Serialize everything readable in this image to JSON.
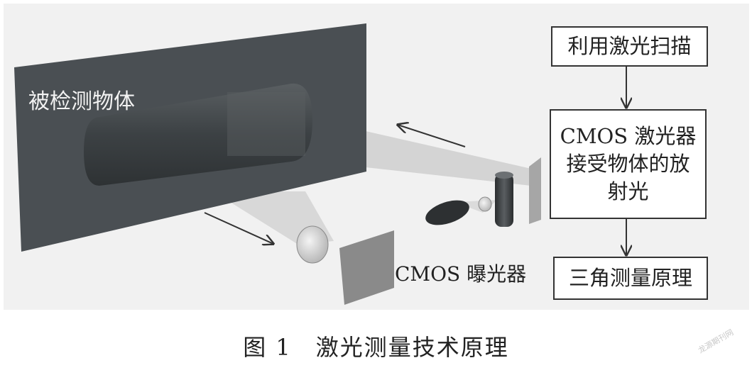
{
  "labels": {
    "object": "被检测物体",
    "sensor": "CMOS 曝光器"
  },
  "flow": {
    "step1": "利用激光扫描",
    "step2": "CMOS 激光器接受物体的放射光",
    "step3": "三角测量原理"
  },
  "caption": "图 1　激光测量技术原理",
  "watermark": "龙源期刊网",
  "colors": {
    "panel": "#4a4f53",
    "background": "#f1f1f1",
    "beam": "#c9c9c9",
    "line": "#333333"
  }
}
